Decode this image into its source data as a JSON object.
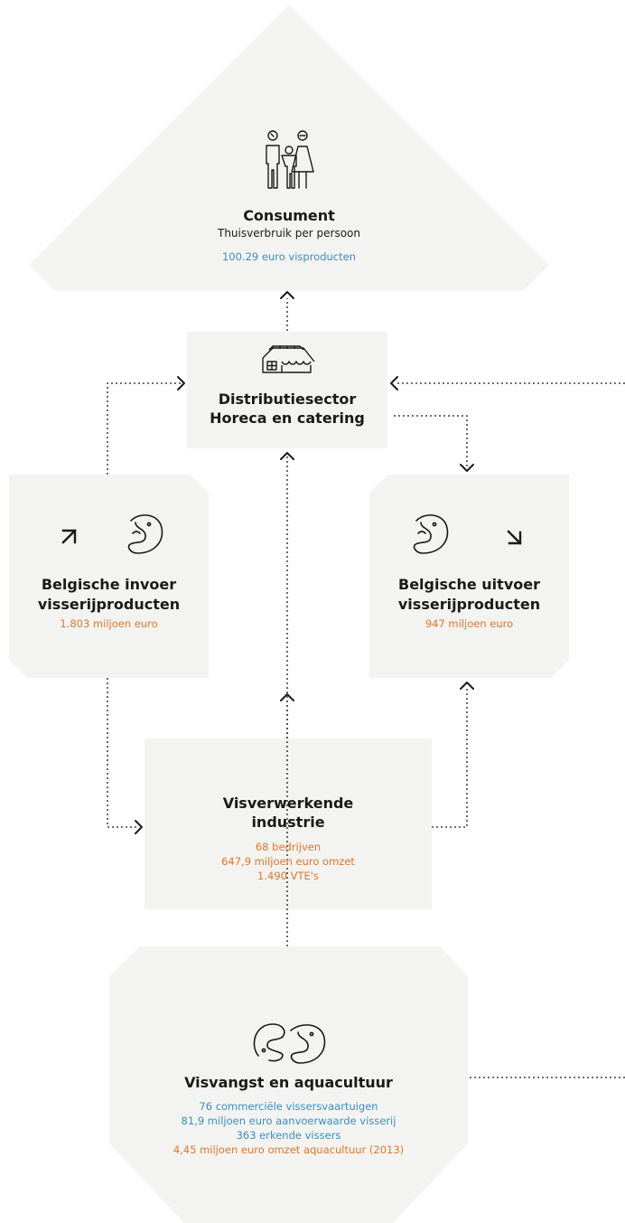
{
  "consument": {
    "title": "Consument",
    "subtitle": "Thuisverbruik per persoon",
    "value": "100.29 euro visproducten",
    "icon": "people-icon"
  },
  "distributie": {
    "line1": "Distributiesector",
    "line2": "Horeca en catering",
    "icon": "shop-icon"
  },
  "invoer": {
    "line1": "Belgische invoer",
    "line2": "visserijproducten",
    "value": "1.803 miljoen euro",
    "icons": [
      "arrow-up-right-icon",
      "fish-icon"
    ]
  },
  "uitvoer": {
    "line1": "Belgische uitvoer",
    "line2": "visserijproducten",
    "value": "947 miljoen euro",
    "icons": [
      "fish-icon",
      "arrow-down-right-icon"
    ]
  },
  "industrie": {
    "line1": "Visverwerkende",
    "line2": "industrie",
    "values": [
      "68 bedrijven",
      "647,9 miljoen euro omzet",
      "1.490 VTE's"
    ]
  },
  "visvangst": {
    "title": "Visvangst en aquacultuur",
    "values_blue": [
      "76 commerciële vissersvaartuigen",
      "81,9 miljoen euro aanvoerwaarde visserij",
      "363 erkende vissers"
    ],
    "value_orange": "4,45 miljoen euro omzet aquacultuur (2013)",
    "icon": "two-fish-icon"
  },
  "colors": {
    "box": "#f3f3f1",
    "blue": "#3a8fc4",
    "orange": "#e0782a",
    "line": "#1a1a1a"
  }
}
